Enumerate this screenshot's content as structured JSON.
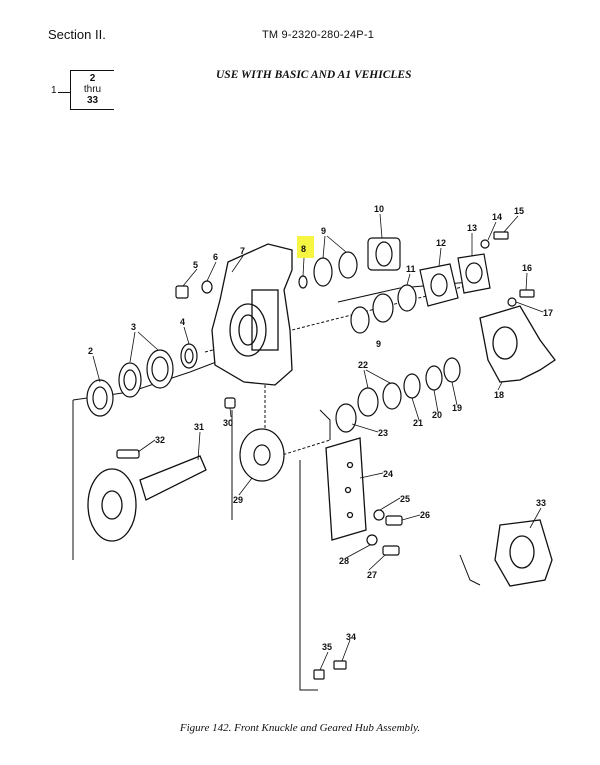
{
  "header": {
    "section": "Section II.",
    "tm_number": "TM 9-2320-280-24P-1",
    "applicability": "USE WITH BASIC AND A1 VEHICLES"
  },
  "kit_box": {
    "lead_number": "1",
    "range_start": "2",
    "range_word": "thru",
    "range_end": "33"
  },
  "highlight": {
    "item": "8",
    "color": "#f5f542"
  },
  "callouts": [
    "2",
    "3",
    "4",
    "5",
    "6",
    "7",
    "8",
    "9",
    "9",
    "10",
    "11",
    "12",
    "13",
    "14",
    "15",
    "16",
    "17",
    "18",
    "19",
    "20",
    "21",
    "22",
    "23",
    "24",
    "25",
    "26",
    "27",
    "28",
    "29",
    "30",
    "31",
    "32",
    "33",
    "34",
    "35"
  ],
  "caption": "Figure 142.  Front Knuckle and Geared Hub Assembly."
}
